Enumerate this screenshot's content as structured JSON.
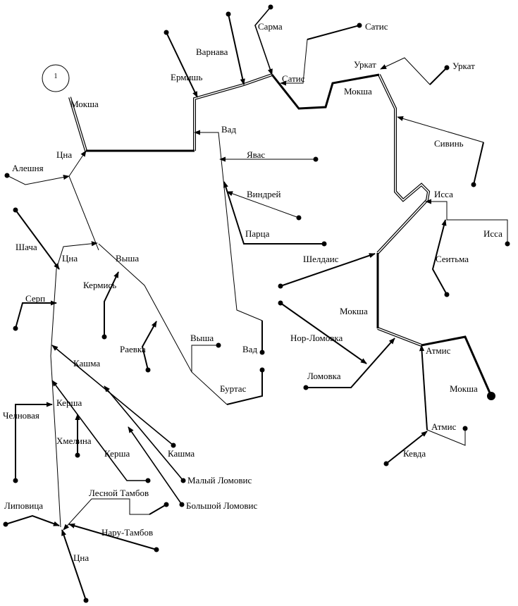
{
  "node_label": "1",
  "rivers": {
    "moksha_top": "Мокша",
    "tsna_upper": "Цна",
    "aleshnya": "Алешня",
    "shacha": "Шача",
    "tsna_mid": "Цна",
    "vysha_upper": "Выша",
    "kermis": "Кермись",
    "serp": "Серп",
    "raevka": "Раевка",
    "vysha_lower": "Выша",
    "vad_lower": "Вад",
    "kashma_upper": "Кашма",
    "burtas": "Буртас",
    "kersha_left": "Керша",
    "chelnovaya": "Челновая",
    "khmelina": "Хмелина",
    "kersha_mid": "Керша",
    "kashma_lower": "Кашма",
    "malyi_lomovis": "Малый Ломовис",
    "lesnoi_tambov": "Лесной Тамбов",
    "bolshoi_lomovis": "Большой Ломовис",
    "lipovitsa": "Липовица",
    "naru_tambov": "Нару-Тамбов",
    "tsna_lower": "Цна",
    "ermish": "Ермишь",
    "varnava": "Варнава",
    "sarma": "Сарма",
    "satis_top": "Сатис",
    "satis_mid": "Сатис",
    "vad_upper": "Вад",
    "yavas": "Явас",
    "vindrei": "Виндрей",
    "partsa": "Парца",
    "urkat_left": "Уркат",
    "urkat_right": "Уркат",
    "moksha_right": "Мокша",
    "sivin": "Сивинь",
    "issa_upper": "Исса",
    "issa_right": "Исса",
    "seitma": "Сеитьма",
    "sheldais": "Шелдаис",
    "moksha_mid": "Мокша",
    "nor_lomovka": "Нор-Ломовка",
    "atmis_upper": "Атмис",
    "lomovka": "Ломовка",
    "moksha_bottom": "Мокша",
    "atmis_lower": "Атмис",
    "kevda": "Кевда"
  }
}
